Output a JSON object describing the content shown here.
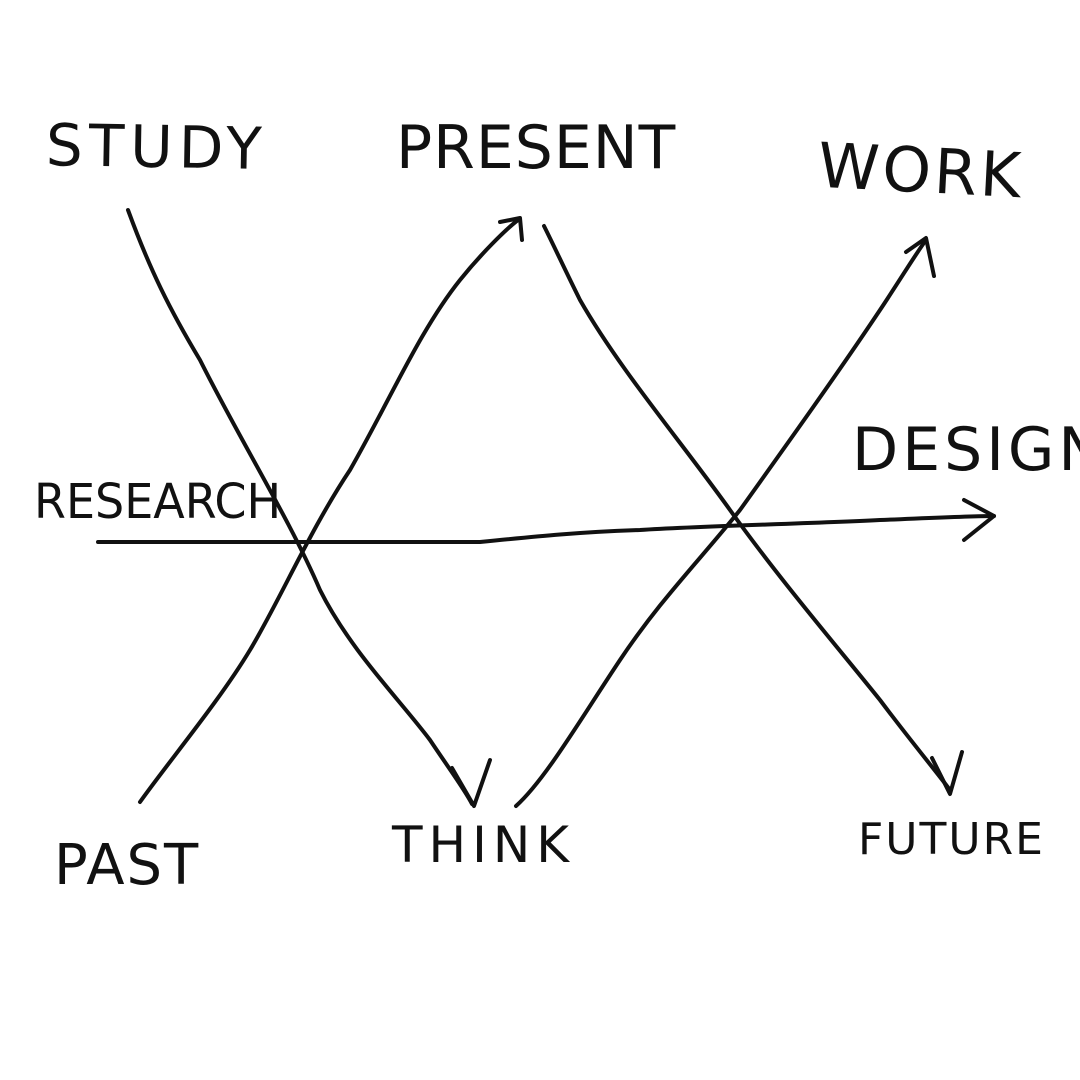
{
  "diagram": {
    "labels": {
      "study": "STUDY",
      "present": "PRESENT",
      "work": "WORK",
      "research": "RESEARCH",
      "design": "DESIGN",
      "past": "PAST",
      "think": "THINK",
      "future": "FUTURE"
    },
    "connections": [
      {
        "from": "STUDY",
        "to": "THINK",
        "arrow": true
      },
      {
        "from": "PAST",
        "to": "PRESENT",
        "arrow": true
      },
      {
        "from": "PRESENT",
        "to": "FUTURE",
        "arrow": true
      },
      {
        "from": "THINK",
        "to": "WORK",
        "arrow": true
      },
      {
        "from": "RESEARCH",
        "to": "DESIGN",
        "arrow": true
      }
    ]
  }
}
